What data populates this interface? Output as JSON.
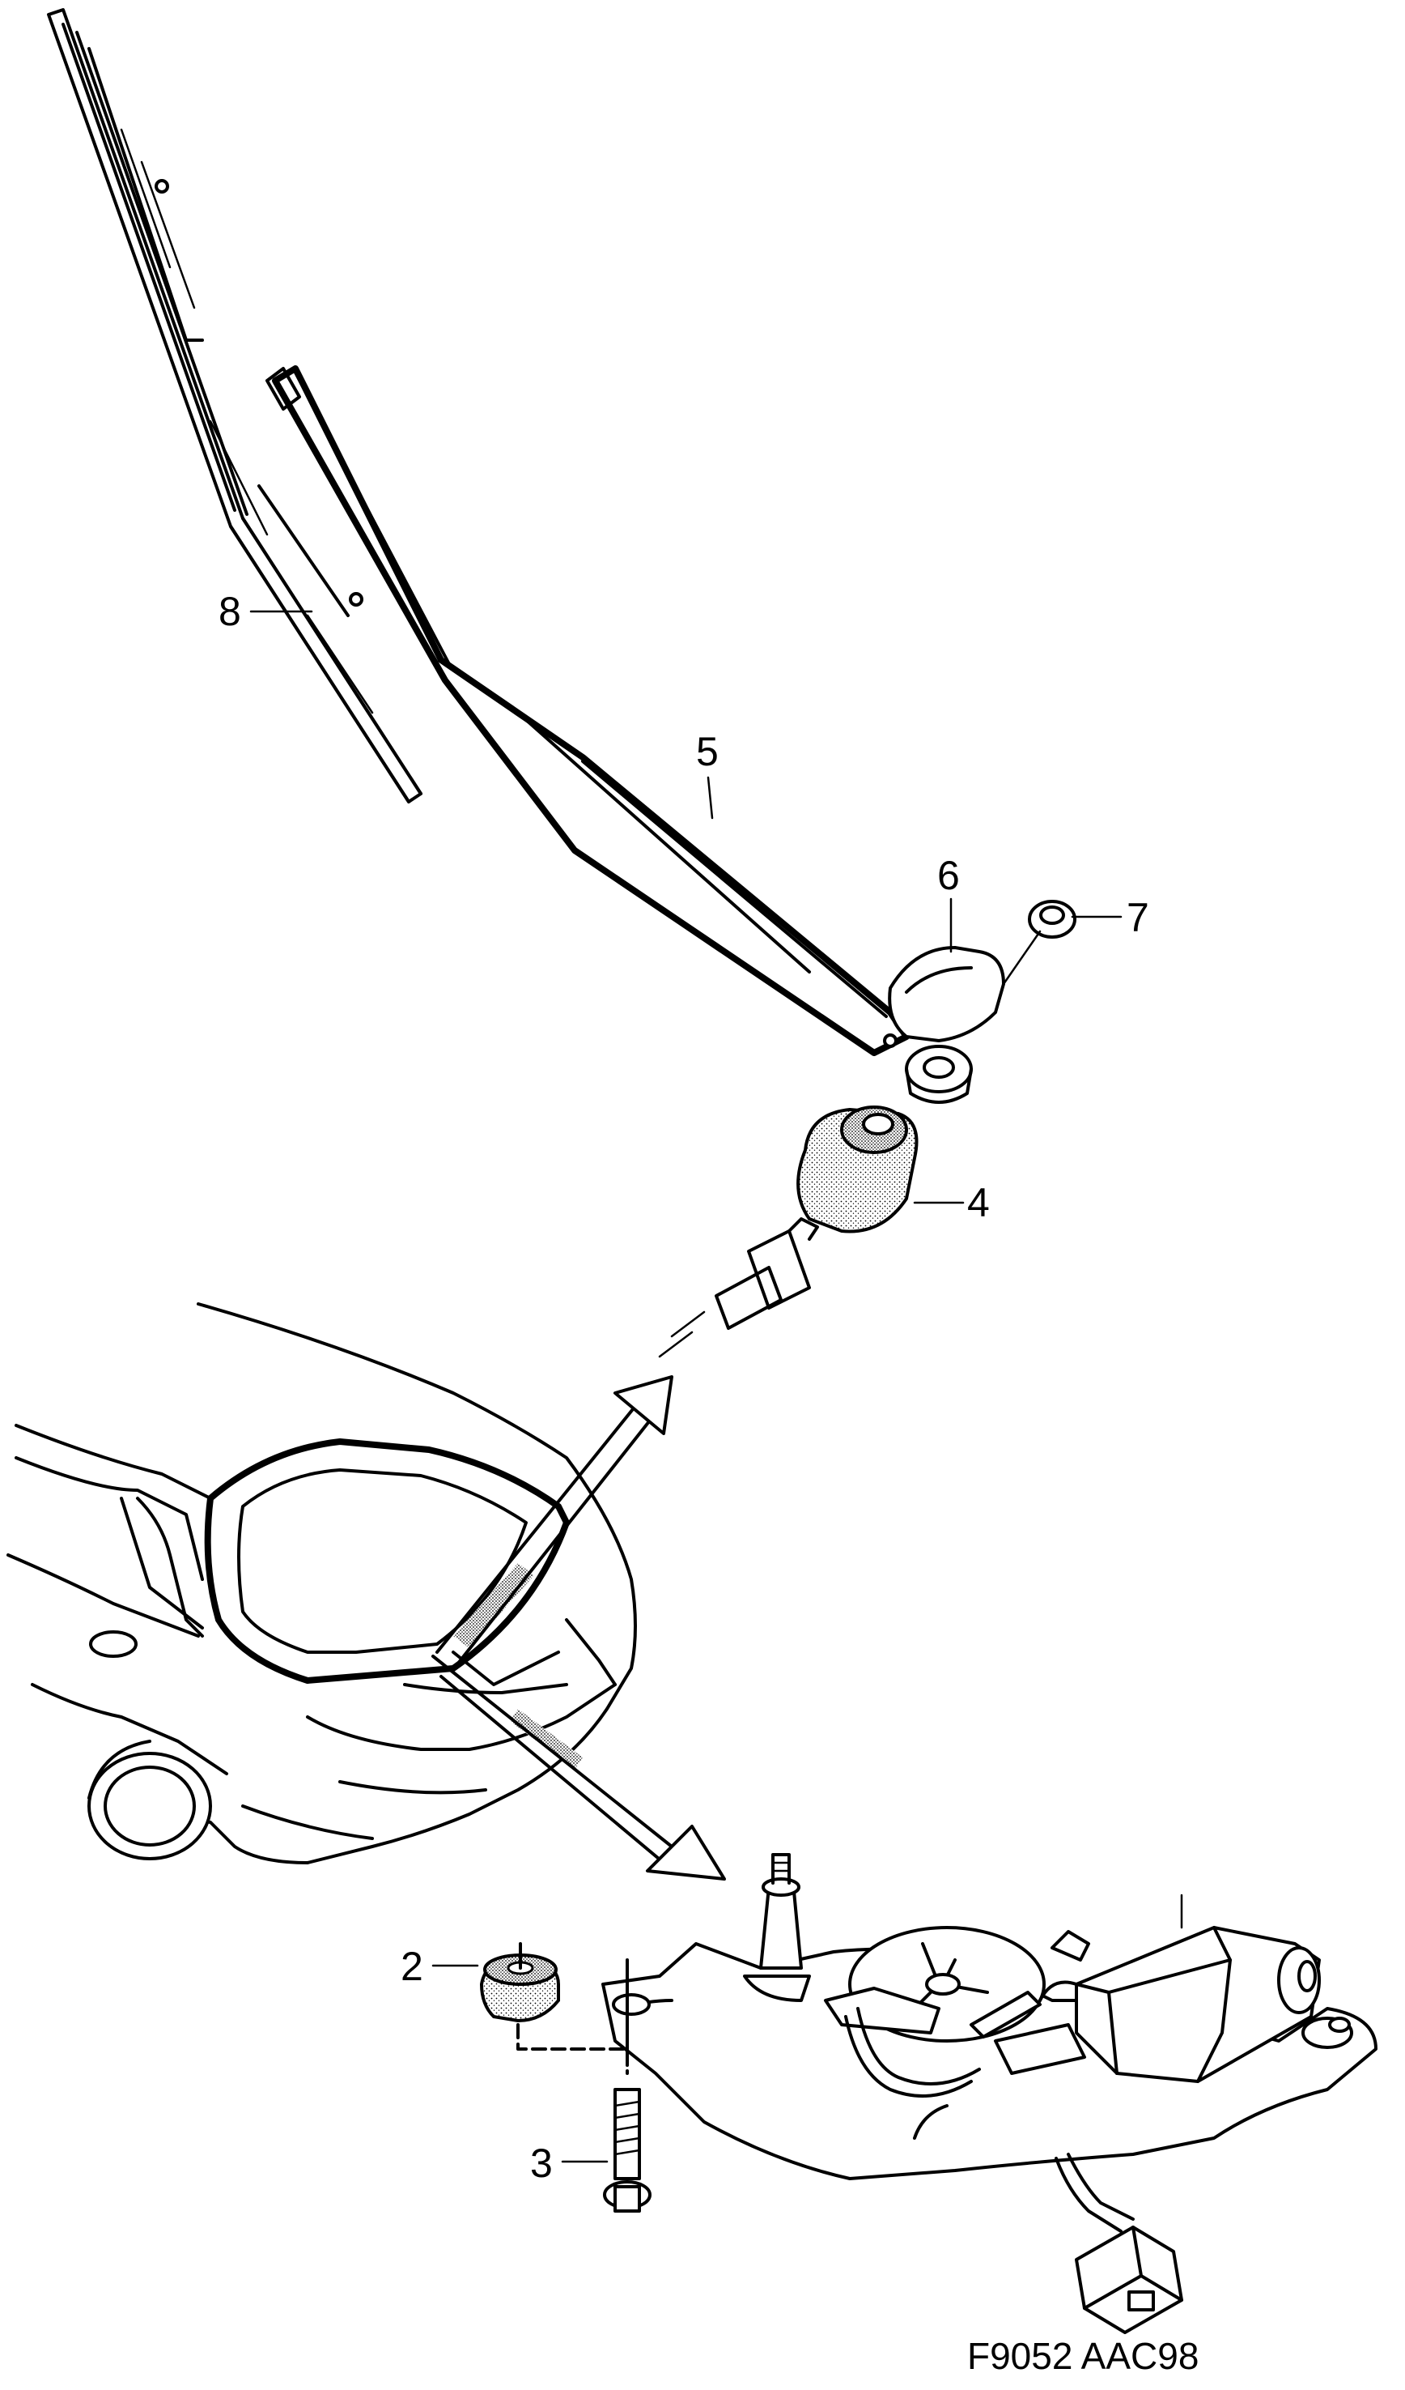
{
  "callouts": [
    {
      "id": "1",
      "label": ""
    },
    {
      "id": "2",
      "label": "2"
    },
    {
      "id": "3",
      "label": "3"
    },
    {
      "id": "4",
      "label": "4"
    },
    {
      "id": "5",
      "label": "5"
    },
    {
      "id": "6",
      "label": "6"
    },
    {
      "id": "7",
      "label": "7"
    },
    {
      "id": "8",
      "label": "8"
    }
  ],
  "reference_code": "F9052 AAC98"
}
